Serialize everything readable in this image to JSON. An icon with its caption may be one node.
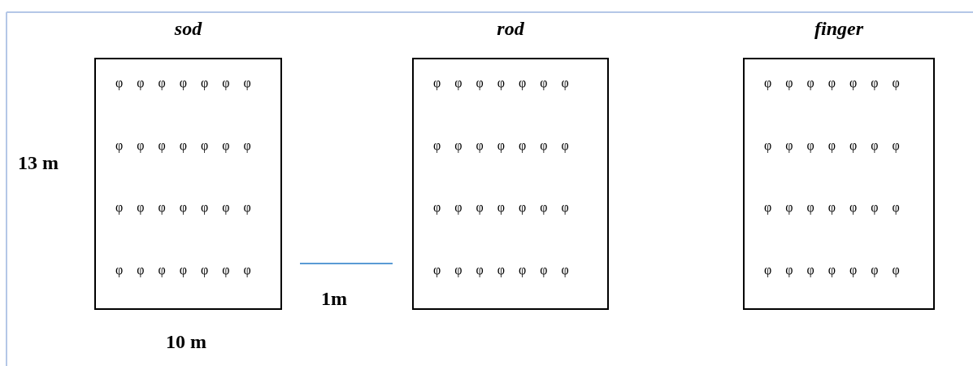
{
  "diagram": {
    "nodes": [
      {
        "text": [
          "sod",
          "φ φ φ φ φ φ φ",
          "φ φ φ φ φ φ φ",
          "φ φ φ φ φ φ φ",
          "φ φ φ φ φ φ φ"
        ]
      },
      {
        "text": [
          "rod",
          "φ φ φ φ φ φ φ",
          "φ φ φ φ φ φ φ",
          "φ φ φ φ φ φ φ",
          "φ φ φ φ φ φ φ"
        ]
      },
      {
        "text": [
          "finger",
          "φ φ φ φ φ φ φ",
          "φ φ φ φ φ φ φ",
          "φ φ φ φ φ φ φ",
          "φ φ φ φ φ φ φ"
        ]
      }
    ],
    "edges": [],
    "labels": [
      "13 m",
      "1m",
      "10 m"
    ]
  }
}
